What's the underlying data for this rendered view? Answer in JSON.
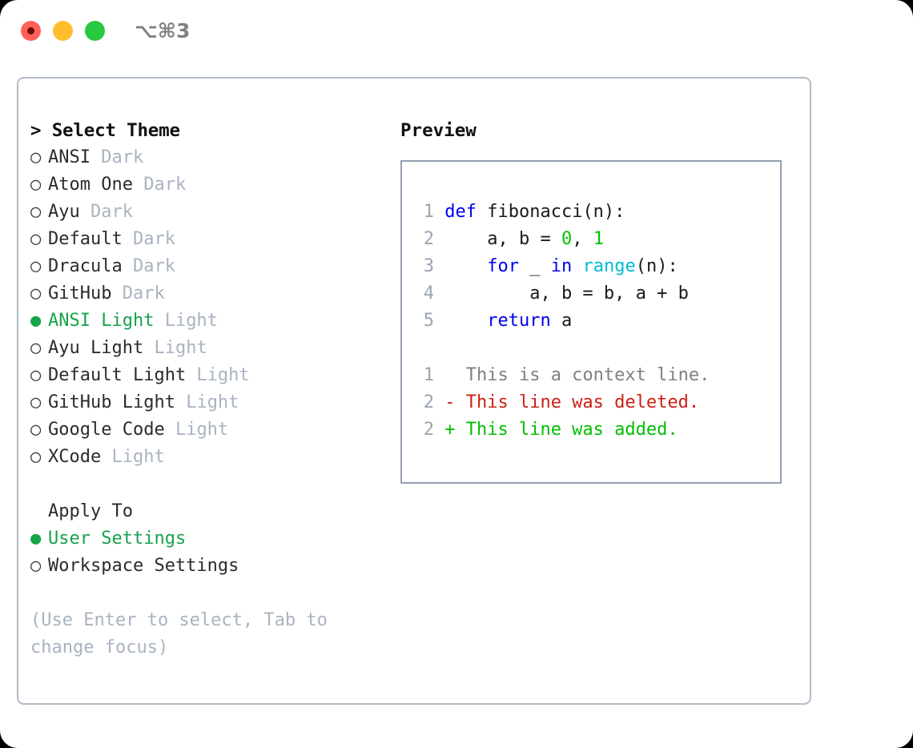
{
  "window": {
    "shortcut_title": "⌥⌘3",
    "traffic_lights": [
      {
        "name": "close",
        "color": "#ff6159"
      },
      {
        "name": "minimize",
        "color": "#ffbd2e"
      },
      {
        "name": "maximize",
        "color": "#28c840"
      }
    ],
    "panel_border_color": "#b2bbc8"
  },
  "theme_picker": {
    "header": "> Select Theme",
    "selected_index": 6,
    "accent_color": "#16a34a",
    "muted_color": "#a9b3c1",
    "radio_on": "●",
    "radio_off": "○",
    "items": [
      {
        "name": "ANSI",
        "kind": "Dark",
        "selected": false
      },
      {
        "name": "Atom One",
        "kind": "Dark",
        "selected": false
      },
      {
        "name": "Ayu",
        "kind": "Dark",
        "selected": false
      },
      {
        "name": "Default",
        "kind": "Dark",
        "selected": false
      },
      {
        "name": "Dracula",
        "kind": "Dark",
        "selected": false
      },
      {
        "name": "GitHub",
        "kind": "Dark",
        "selected": false
      },
      {
        "name": "ANSI Light",
        "kind": "Light",
        "selected": true
      },
      {
        "name": "Ayu Light",
        "kind": "Light",
        "selected": false
      },
      {
        "name": "Default Light",
        "kind": "Light",
        "selected": false
      },
      {
        "name": "GitHub Light",
        "kind": "Light",
        "selected": false
      },
      {
        "name": "Google Code",
        "kind": "Light",
        "selected": false
      },
      {
        "name": "XCode",
        "kind": "Light",
        "selected": false
      }
    ]
  },
  "apply_to": {
    "label": "Apply To",
    "options": [
      {
        "name": "User Settings",
        "selected": true
      },
      {
        "name": "Workspace Settings",
        "selected": false
      }
    ]
  },
  "hint": "(Use Enter to select, Tab to change focus)",
  "preview": {
    "title": "Preview",
    "border_color": "#93a0b2",
    "code": [
      {
        "num": "1",
        "tokens": [
          {
            "t": "def ",
            "c": "kw"
          },
          {
            "t": "fibonacci(n):",
            "c": "txt"
          }
        ]
      },
      {
        "num": "2",
        "tokens": [
          {
            "t": "    a, b = ",
            "c": "txt"
          },
          {
            "t": "0",
            "c": "num"
          },
          {
            "t": ", ",
            "c": "txt"
          },
          {
            "t": "1",
            "c": "num"
          }
        ]
      },
      {
        "num": "3",
        "tokens": [
          {
            "t": "    ",
            "c": "txt"
          },
          {
            "t": "for",
            "c": "kw"
          },
          {
            "t": " _ ",
            "c": "txt"
          },
          {
            "t": "in",
            "c": "kw"
          },
          {
            "t": " ",
            "c": "txt"
          },
          {
            "t": "range",
            "c": "fn"
          },
          {
            "t": "(n):",
            "c": "txt"
          }
        ]
      },
      {
        "num": "4",
        "tokens": [
          {
            "t": "        a, b = b, a + b",
            "c": "txt"
          }
        ]
      },
      {
        "num": "5",
        "tokens": [
          {
            "t": "    ",
            "c": "txt"
          },
          {
            "t": "return",
            "c": "kw"
          },
          {
            "t": " a",
            "c": "txt"
          }
        ]
      }
    ],
    "diff": [
      {
        "num": "1",
        "marker": " ",
        "text": "This is a context line.",
        "kind": "ctx"
      },
      {
        "num": "2",
        "marker": "-",
        "text": "This line was deleted.",
        "kind": "del"
      },
      {
        "num": "2",
        "marker": "+",
        "text": "This line was added.",
        "kind": "add"
      }
    ],
    "colors": {
      "keyword": "#0000ee",
      "number": "#00c000",
      "function": "#00bcd4",
      "text": "#1a1a1a",
      "gutter": "#9aa5b1",
      "diff_context": "#808080",
      "diff_deleted": "#cc2017",
      "diff_added": "#00bf00"
    }
  }
}
